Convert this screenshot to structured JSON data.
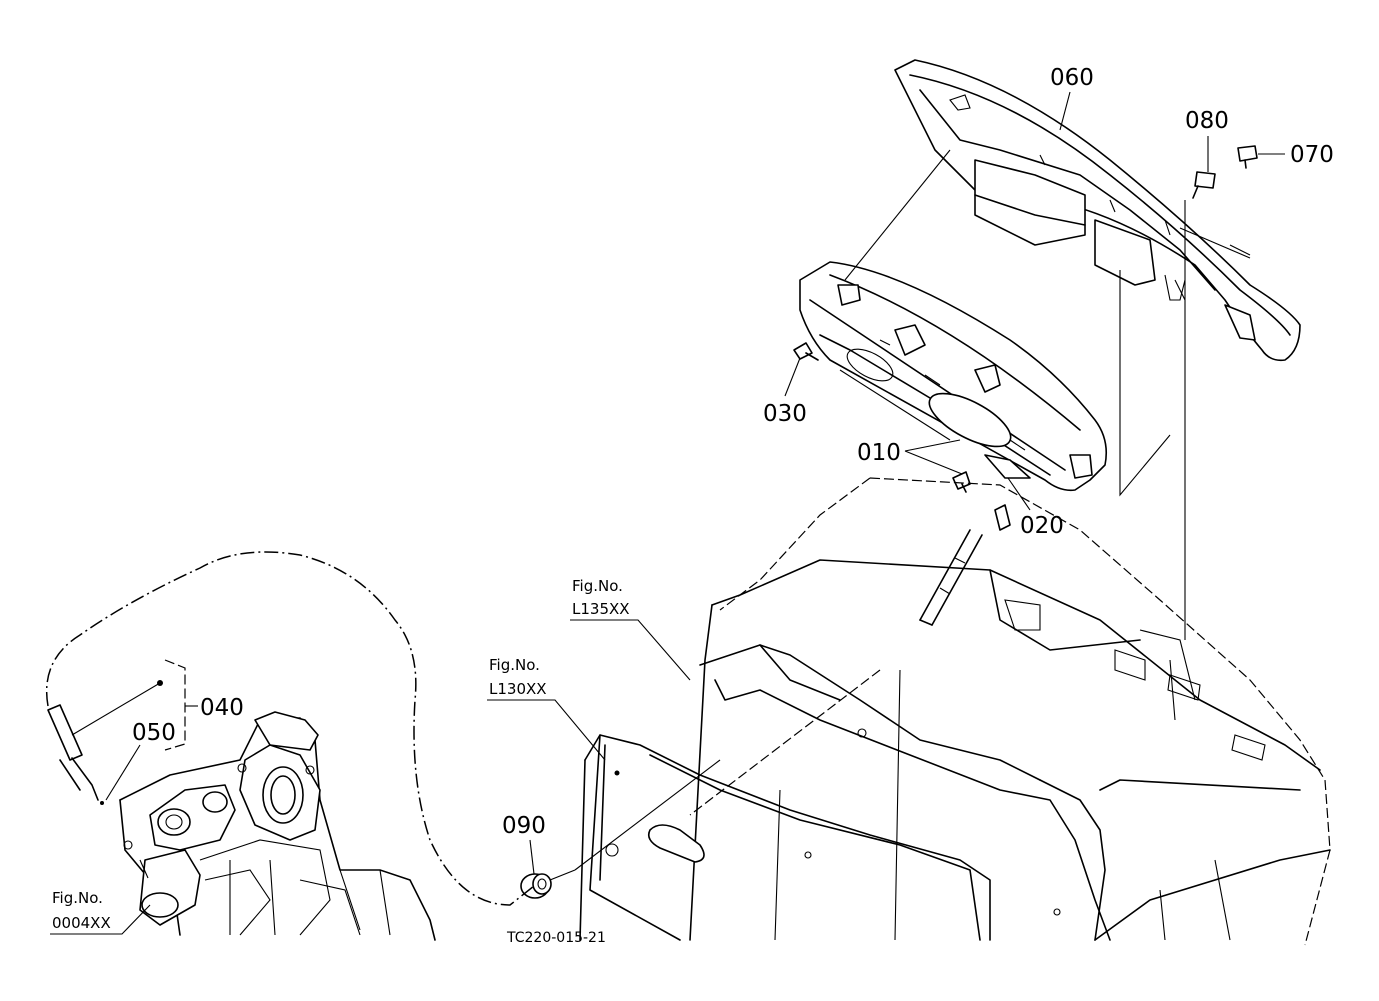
{
  "diagram": {
    "drawing_code": "TC220-015-21",
    "parts": {
      "p010": "010",
      "p020": "020",
      "p030": "030",
      "p040": "040",
      "p050": "050",
      "p060": "060",
      "p070": "070",
      "p080": "080",
      "p090": "090"
    },
    "figure_refs": [
      {
        "line1": "Fig.No.",
        "line2": "L135XX"
      },
      {
        "line1": "Fig.No.",
        "line2": "L130XX"
      },
      {
        "line1": "Fig.No.",
        "line2": "0004XX"
      }
    ]
  }
}
